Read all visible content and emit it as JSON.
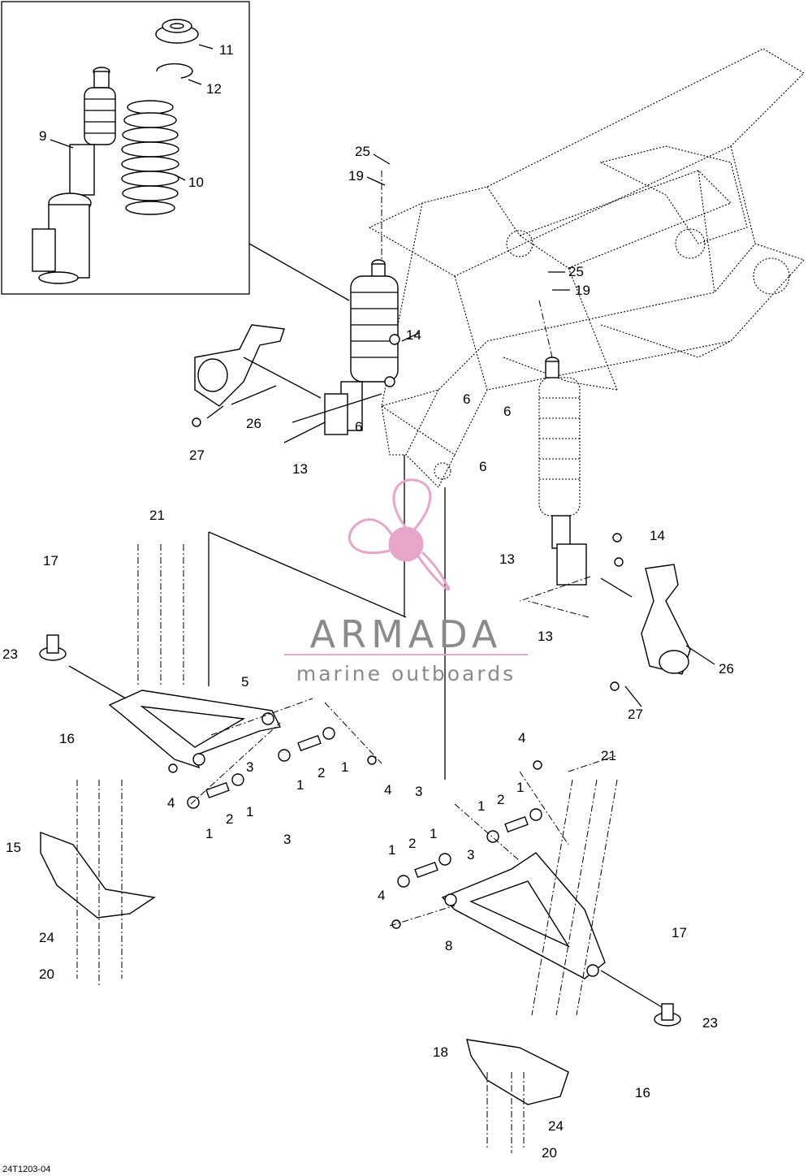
{
  "diagram": {
    "callouts": [
      {
        "id": "c11a",
        "label": "11"
      },
      {
        "id": "c12a",
        "label": "12"
      },
      {
        "id": "c9",
        "label": "9"
      },
      {
        "id": "c10",
        "label": "10"
      },
      {
        "id": "c25a",
        "label": "25"
      },
      {
        "id": "c19a",
        "label": "19"
      },
      {
        "id": "c25b",
        "label": "25"
      },
      {
        "id": "c19b",
        "label": "19"
      },
      {
        "id": "c14a",
        "label": "14"
      },
      {
        "id": "c6a",
        "label": "6"
      },
      {
        "id": "c6b",
        "label": "6"
      },
      {
        "id": "c6c",
        "label": "6"
      },
      {
        "id": "c6d",
        "label": "6"
      },
      {
        "id": "c26a",
        "label": "26"
      },
      {
        "id": "c27a",
        "label": "27"
      },
      {
        "id": "c13a",
        "label": "13"
      },
      {
        "id": "c21a",
        "label": "21"
      },
      {
        "id": "c17a",
        "label": "17"
      },
      {
        "id": "c23a",
        "label": "23"
      },
      {
        "id": "c5",
        "label": "5"
      },
      {
        "id": "c16a",
        "label": "16"
      },
      {
        "id": "c14b",
        "label": "14"
      },
      {
        "id": "c13b",
        "label": "13"
      },
      {
        "id": "c13c",
        "label": "13"
      },
      {
        "id": "c26b",
        "label": "26"
      },
      {
        "id": "c27b",
        "label": "27"
      },
      {
        "id": "c3a",
        "label": "3"
      },
      {
        "id": "c2a",
        "label": "2"
      },
      {
        "id": "c1a",
        "label": "1"
      },
      {
        "id": "c1b",
        "label": "1"
      },
      {
        "id": "c4a",
        "label": "4"
      },
      {
        "id": "c4b",
        "label": "4"
      },
      {
        "id": "c2b",
        "label": "2"
      },
      {
        "id": "c1c",
        "label": "1"
      },
      {
        "id": "c1d",
        "label": "1"
      },
      {
        "id": "c3b",
        "label": "3"
      },
      {
        "id": "c15",
        "label": "15"
      },
      {
        "id": "c24a",
        "label": "24"
      },
      {
        "id": "c20a",
        "label": "20"
      },
      {
        "id": "c4c",
        "label": "4"
      },
      {
        "id": "c21b",
        "label": "21"
      },
      {
        "id": "c3c",
        "label": "3"
      },
      {
        "id": "c1e",
        "label": "1"
      },
      {
        "id": "c2c",
        "label": "2"
      },
      {
        "id": "c1f",
        "label": "1"
      },
      {
        "id": "c1g",
        "label": "1"
      },
      {
        "id": "c2d",
        "label": "2"
      },
      {
        "id": "c1h",
        "label": "1"
      },
      {
        "id": "c3d",
        "label": "3"
      },
      {
        "id": "c4d",
        "label": "4"
      },
      {
        "id": "c8",
        "label": "8"
      },
      {
        "id": "c17b",
        "label": "17"
      },
      {
        "id": "c23b",
        "label": "23"
      },
      {
        "id": "c18",
        "label": "18"
      },
      {
        "id": "c16b",
        "label": "16"
      },
      {
        "id": "c24b",
        "label": "24"
      },
      {
        "id": "c20b",
        "label": "20"
      }
    ],
    "figure_code": "24T1203-04"
  },
  "watermark": {
    "brand": "ARMADA",
    "tagline": "marine outboards",
    "colors": {
      "pink": "#e7a6c9",
      "gray": "#8a8a8a"
    }
  }
}
